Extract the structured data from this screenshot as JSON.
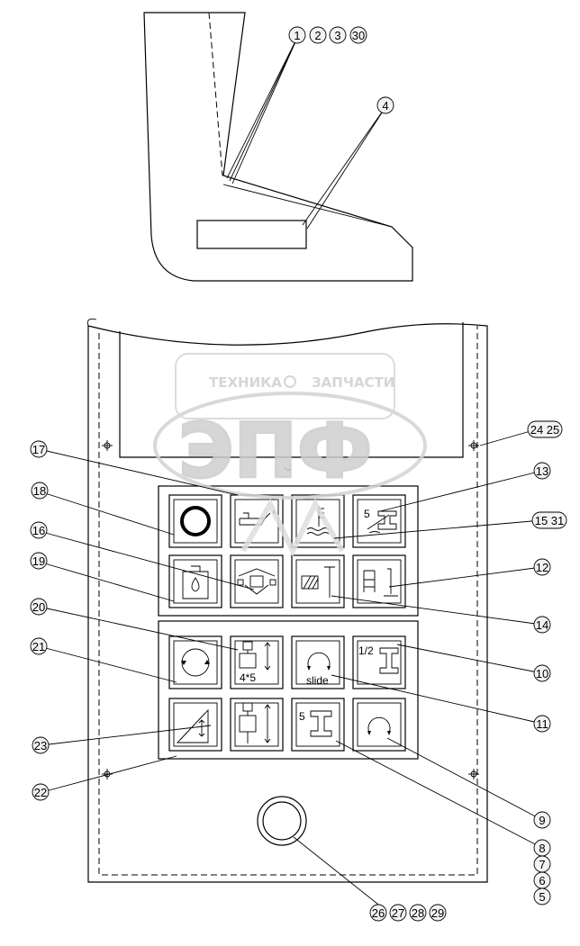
{
  "callouts": {
    "c_1_2_3_30": [
      "1",
      "2",
      "3",
      "30"
    ],
    "c_4": "4",
    "c_24_25": "24 25",
    "c_13": "13",
    "c_15_31": "15 31",
    "c_12": "12",
    "c_14": "14",
    "c_10": "10",
    "c_11": "11",
    "c_9": "9",
    "c_8": "8",
    "c_7": "7",
    "c_6": "6",
    "c_5": "5",
    "c_17": "17",
    "c_18": "18",
    "c_16": "16",
    "c_19": "19",
    "c_20": "20",
    "c_21": "21",
    "c_23": "23",
    "c_22": "22",
    "c_26_27_28_29": [
      "26",
      "27",
      "28",
      "29"
    ]
  },
  "buttons": {
    "rail_5_label": "5",
    "half_label": "1/2",
    "lift_4x5_label": "4*5",
    "slide_label": "slide",
    "rail_5b_label": "5"
  },
  "watermark": {
    "top_left": "ТЕХНИКА",
    "top_right": "ЗАПЧАСТИ",
    "logo": "ЭПФ"
  }
}
